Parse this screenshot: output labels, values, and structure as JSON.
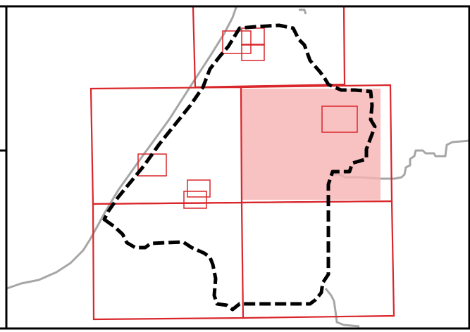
{
  "map": {
    "colors": {
      "background": "#ffffff",
      "frame": "#000000",
      "grid_outline": "#d9262b",
      "highlight_fill": "#f7b3b3",
      "boundary": "#000000",
      "roads": "#a6a6a6"
    },
    "layers": [
      {
        "name": "gray-road-lines",
        "visible": true
      },
      {
        "name": "tile-grid",
        "visible": true
      },
      {
        "name": "highlighted-tile",
        "visible": true
      },
      {
        "name": "small-footprint-boxes",
        "visible": true
      },
      {
        "name": "dashed-area-boundary",
        "visible": true
      }
    ],
    "tiles": {
      "rows": 3,
      "highlighted": "middle-row-right"
    }
  }
}
